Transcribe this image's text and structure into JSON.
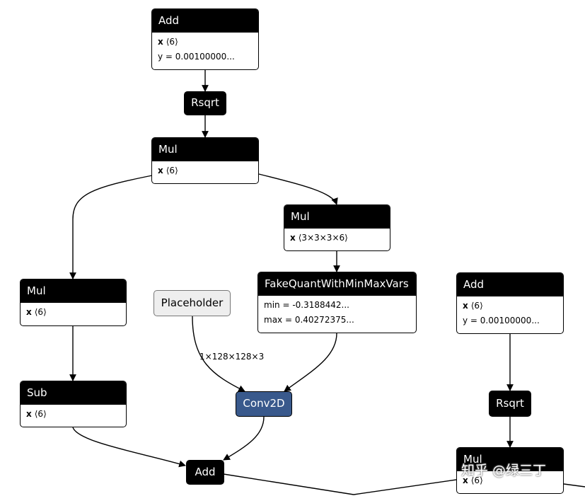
{
  "nodes": {
    "add1": {
      "title": "Add",
      "x": "x",
      "x_val": "⟨6⟩",
      "y": "y = 0.00100000..."
    },
    "rsqrt1": {
      "title": "Rsqrt"
    },
    "mul1": {
      "title": "Mul",
      "x": "x",
      "x_val": "⟨6⟩"
    },
    "mul2": {
      "title": "Mul",
      "x": "x",
      "x_val": "⟨3×3×3×6⟩"
    },
    "mul3": {
      "title": "Mul",
      "x": "x",
      "x_val": "⟨6⟩"
    },
    "placeholder": {
      "title": "Placeholder"
    },
    "fakequant": {
      "title": "FakeQuantWithMinMaxVars",
      "min": "min = -0.3188442...",
      "max": "max = 0.40272375..."
    },
    "add2": {
      "title": "Add",
      "x": "x",
      "x_val": "⟨6⟩",
      "y": "y = 0.00100000..."
    },
    "sub": {
      "title": "Sub",
      "x": "x",
      "x_val": "⟨6⟩"
    },
    "conv2d": {
      "title": "Conv2D"
    },
    "rsqrt2": {
      "title": "Rsqrt"
    },
    "add3": {
      "title": "Add"
    },
    "mul4": {
      "title": "Mul",
      "x": "x",
      "x_val": "⟨6⟩"
    }
  },
  "edge_labels": {
    "placeholder_conv": "1×128×128×3"
  },
  "watermark": "知乎 @绿三丁",
  "colors": {
    "node_header": "#000000",
    "conv_fill": "#39598c",
    "placeholder_fill": "#eeeeee",
    "edge": "#000000"
  }
}
